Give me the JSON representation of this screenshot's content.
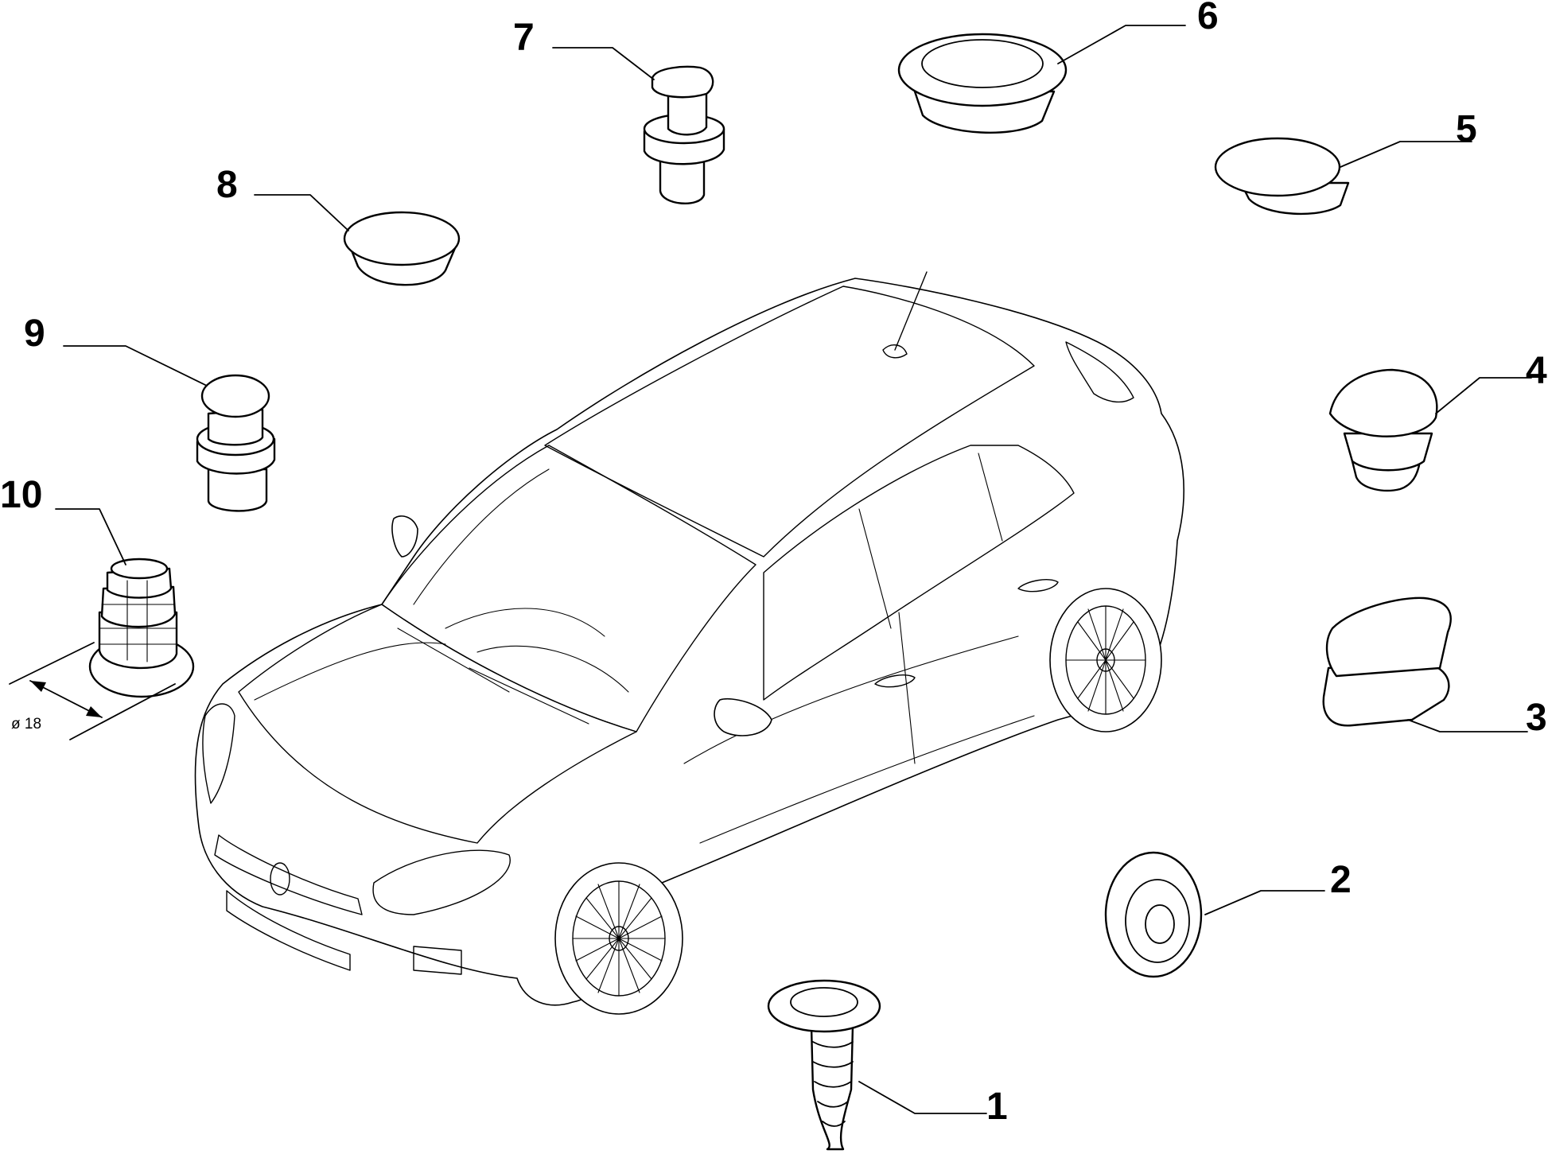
{
  "diagram": {
    "callouts": [
      {
        "id": "1",
        "label": "1"
      },
      {
        "id": "2",
        "label": "2"
      },
      {
        "id": "3",
        "label": "3"
      },
      {
        "id": "4",
        "label": "4"
      },
      {
        "id": "5",
        "label": "5"
      },
      {
        "id": "6",
        "label": "6"
      },
      {
        "id": "7",
        "label": "7"
      },
      {
        "id": "8",
        "label": "8"
      },
      {
        "id": "9",
        "label": "9"
      },
      {
        "id": "10",
        "label": "10"
      }
    ],
    "dimension_label": "ø 18",
    "icons": [
      "car-illustration",
      "plug-part"
    ]
  }
}
